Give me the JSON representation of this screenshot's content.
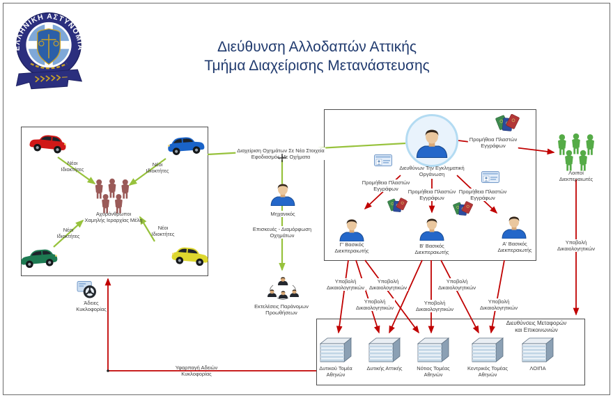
{
  "page": {
    "logo_text": "ΕΛΛΗΝΙΚΗ ΑΣΤΥΝΟΜΙΑ",
    "title_line1": "Διεύθυνση Αλλοδαπών Αττικής",
    "title_line2": "Τμήμα Διαχείρισης Μετανάστευσης"
  },
  "straw_men_box": {
    "crowd_label": "Αχυράνθρωποι\nΧαμηλής Ιεραρχίας Μέλη",
    "new_owners_label": "Νέοι\nΙδιοκτήτες",
    "cars": [
      {
        "name": "red-car",
        "color": "#d01818"
      },
      {
        "name": "blue-car",
        "color": "#1a63c8"
      },
      {
        "name": "green-car",
        "color": "#1d7a52"
      },
      {
        "name": "yellow-car",
        "color": "#ddd72e"
      }
    ]
  },
  "vehicle_flow": {
    "manage_label": "Διαχείριση Οχημάτων Σε Νέα Στοιχεία\nΕφοδιασμός Με Οχήματα",
    "mechanic_label": "Μηχανικός",
    "repairs_label": "Επισκευές - Διαμόρφωση\nΟχημάτων",
    "pushes_label": "Εκτελέσεις Παράνομων\nΠροωθήσεων",
    "snatch_label": "Υφαρπαγή Αδειών\nΚυκλοφορίας",
    "licenses_label": "Άδειες\nΚυκλοφορίας"
  },
  "criminal_org_box": {
    "leader_label": "Διευθύνων Την Εγκληματική\nΟργάνωση",
    "forged_docs_label": "Προμήθεια Πλαστών\nΕγγράφων",
    "processors": [
      {
        "label": "Γ' Βασικός\nΔιεκπεραιωτής"
      },
      {
        "label": "Β' Βασικός\nΔιεκπεραιωτής"
      },
      {
        "label": "Α' Βασικός\nΔιεκπεραιωτής"
      }
    ]
  },
  "other_processors": {
    "label": "Λοιποί Διεκπεραιωτές"
  },
  "submissions": {
    "label": "Υποβολή\nΔικαιολογητικών"
  },
  "transport_box": {
    "header": "Διευθύνσεις Μεταφορών\nκαι Επικοινωνιών",
    "offices": [
      {
        "label": "Δυτικού Τομέα\nΑθηνών"
      },
      {
        "label": "Δυτικής Αττικής"
      },
      {
        "label": "Νότιος Τομέας\nΑθηνών"
      },
      {
        "label": "Κεντρικός Τομέας\nΑθηνών"
      },
      {
        "label": "ΛΟΙΠΑ"
      }
    ]
  },
  "colors": {
    "title": "#203a6e",
    "green_flow": "#97c23c",
    "red_flow": "#c00000",
    "logo_navy": "#2b2f7e",
    "straw_crowd": "#9a5a58",
    "other_crowd": "#55ab47"
  }
}
